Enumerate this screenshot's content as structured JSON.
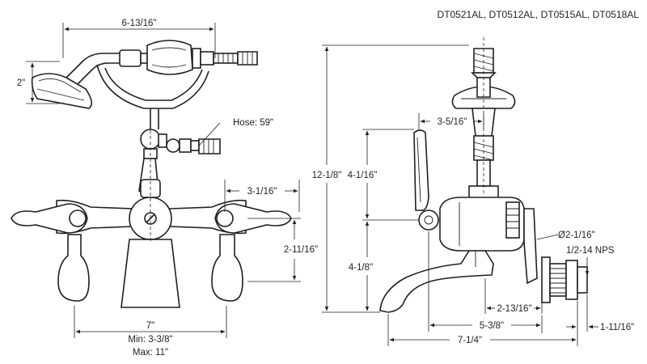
{
  "models": "DT0521AL, DT0512AL, DT0515AL, DT0518AL",
  "front_view": {
    "handshower_width": "6-13/16\"",
    "handshower_height": "2\"",
    "hose": "Hose: 59\"",
    "spout_to_handle": "3-1/16\"",
    "handle_height": "2-11/16\"",
    "center_spacing": "7\"",
    "min_spacing": "Min: 3-3/8\"",
    "max_spacing": "Max: 11\""
  },
  "side_view": {
    "total_height": "12-1/8\"",
    "upper_height": "4-1/16\"",
    "lower_height": "4-1/8\"",
    "cradle_offset": "3-5/16\"",
    "inlet_diameter": "Ø2-1/16\"",
    "thread": "1/2-14 NPS",
    "spout_reach": "2-13/16\"",
    "body_depth": "5-3/8\"",
    "overall_depth": "7-1/4\"",
    "connector_length": "1-11/16\""
  }
}
